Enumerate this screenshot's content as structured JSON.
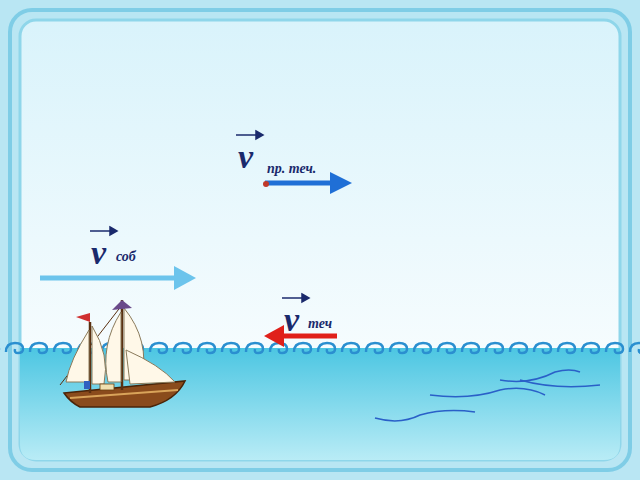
{
  "diagram": {
    "labels": [
      "v",
      "пр. теч.",
      "v",
      "соб",
      "v",
      "теч"
    ]
  }
}
